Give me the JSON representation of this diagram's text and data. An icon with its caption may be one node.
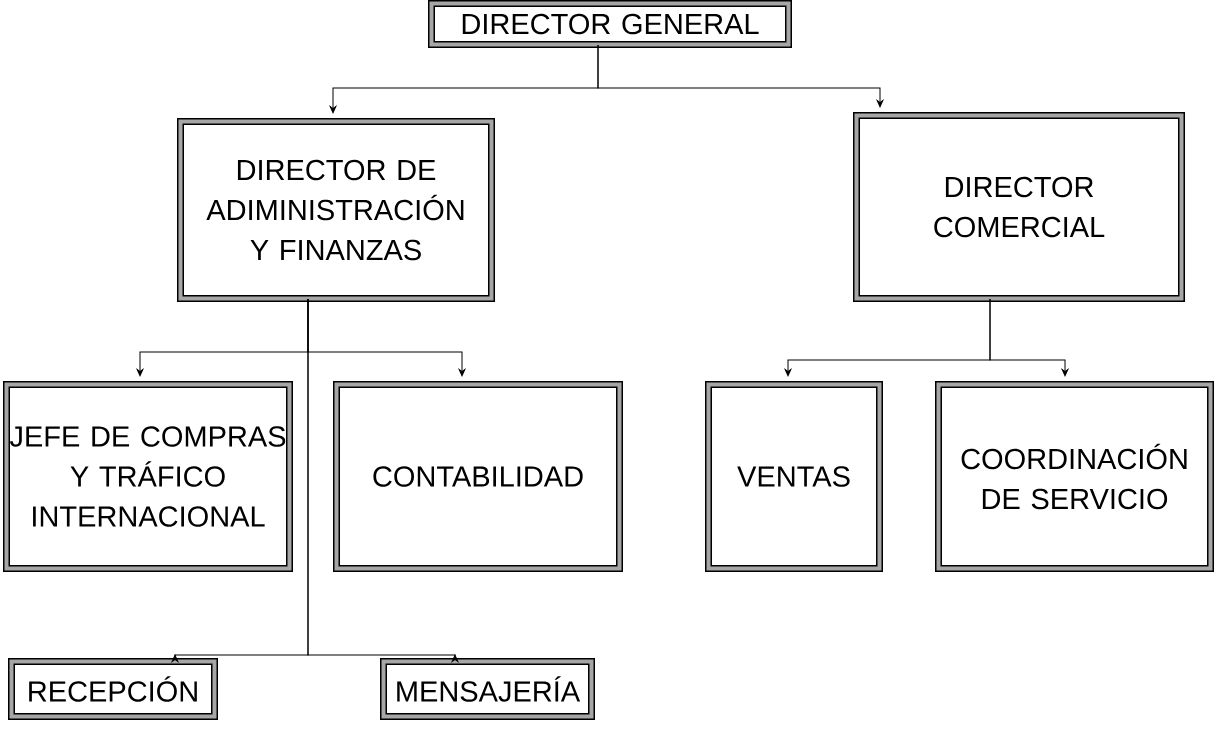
{
  "diagram": {
    "nodes": [
      {
        "text": [
          "DIRECTOR GENERAL"
        ]
      },
      {
        "text": [
          "DIRECTOR DE ADIMINISTRACIÓN Y FINANZAS"
        ]
      },
      {
        "text": [
          "DIRECTOR COMERCIAL"
        ]
      },
      {
        "text": [
          "JEFE DE COMPRAS Y TRÁFICO INTERNACIONAL"
        ]
      },
      {
        "text": [
          "CONTABILIDAD"
        ]
      },
      {
        "text": [
          "VENTAS"
        ]
      },
      {
        "text": [
          "COORDINACIÓN DE SERVICIO"
        ]
      },
      {
        "text": [
          "RECEPCIÓN"
        ]
      },
      {
        "text": [
          "MENSAJERÍA"
        ]
      }
    ],
    "edges": [
      {
        "from": 0,
        "to": 1,
        "arrow": "to"
      },
      {
        "from": 0,
        "to": 2,
        "arrow": "to"
      },
      {
        "from": 1,
        "to": 3,
        "arrow": "to"
      },
      {
        "from": 1,
        "to": 4,
        "arrow": "to"
      },
      {
        "from": 1,
        "to": 7,
        "arrow": "to"
      },
      {
        "from": 1,
        "to": 8,
        "arrow": "to"
      },
      {
        "from": 2,
        "to": 5,
        "arrow": "to"
      },
      {
        "from": 2,
        "to": 6,
        "arrow": "to"
      }
    ]
  }
}
